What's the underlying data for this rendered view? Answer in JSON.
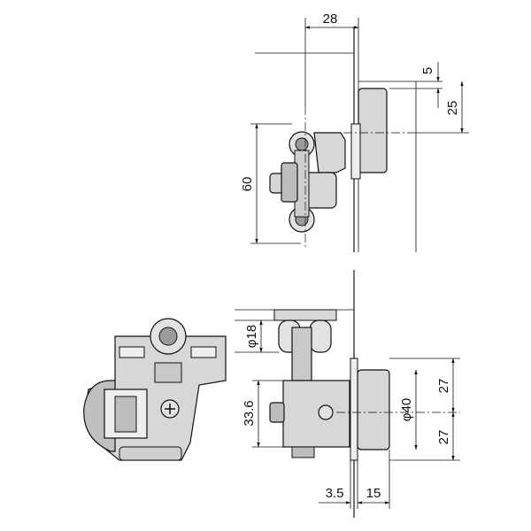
{
  "drawing": {
    "colors": {
      "line": "#111111",
      "part_fill": "#d7d7d7",
      "part_dark": "#9a9a9a",
      "part_light": "#eeeeee",
      "background": "#ffffff"
    },
    "dimensions": {
      "top_width": "28",
      "top_offset_small": "5",
      "top_offset_large": "25",
      "top_height": "60",
      "roller_dia": "φ18",
      "body_height": "33.6",
      "flange_upper": "27",
      "flange_lower": "27",
      "flange_dia": "φ40",
      "offset_left": "3.5",
      "offset_right": "15"
    }
  }
}
